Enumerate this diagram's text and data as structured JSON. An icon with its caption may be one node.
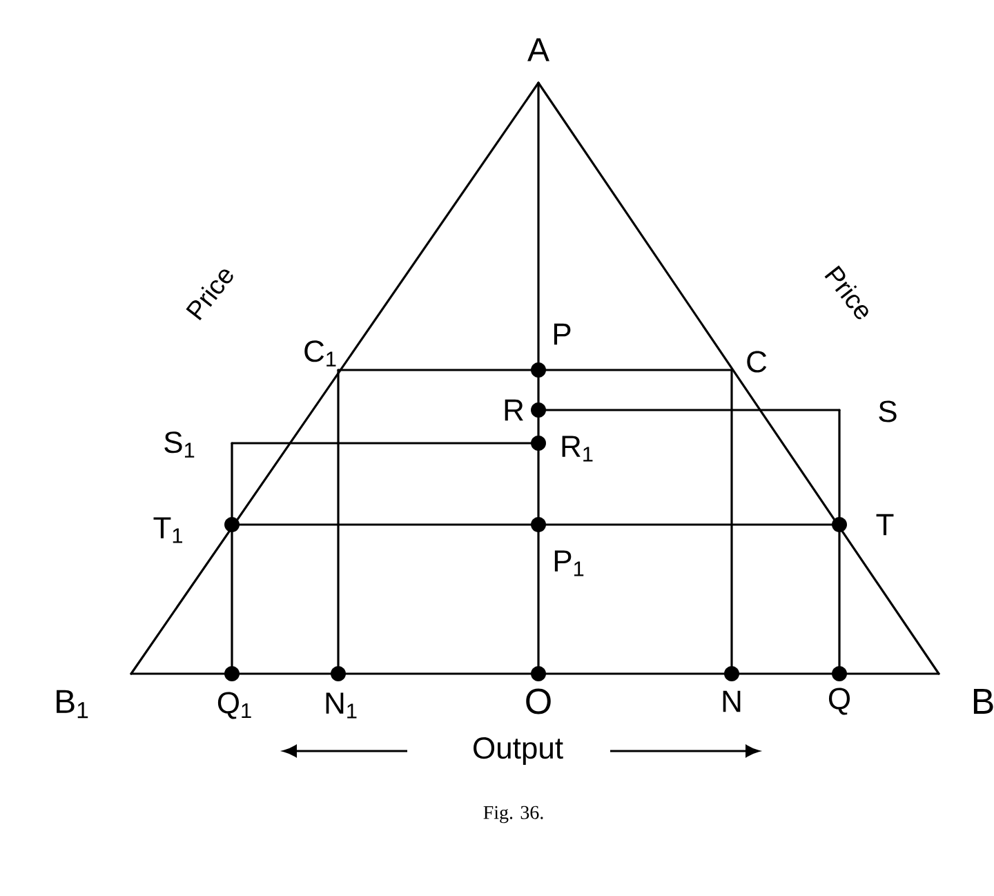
{
  "diagram": {
    "caption": "Fig. 36.",
    "labels": [
      "A",
      "Price",
      "Price",
      "C$_{1}$",
      "P",
      "C",
      "R",
      "S",
      "S$_{1}$",
      "R$_{1}$",
      "T$_{1}$",
      "T",
      "P$_{1}$",
      "B$_{1}$",
      "Q$_{1}$",
      "N$_{1}$",
      "O",
      "N",
      "Q",
      "B",
      "Output"
    ]
  }
}
